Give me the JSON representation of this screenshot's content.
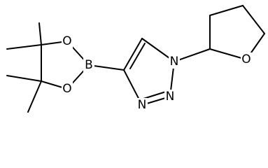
{
  "molecule": {
    "atoms": {
      "B": "B",
      "O_upper": "O",
      "O_lower": "O",
      "N1": "N",
      "N2": "N",
      "N3": "N",
      "O_thf": "O"
    }
  }
}
